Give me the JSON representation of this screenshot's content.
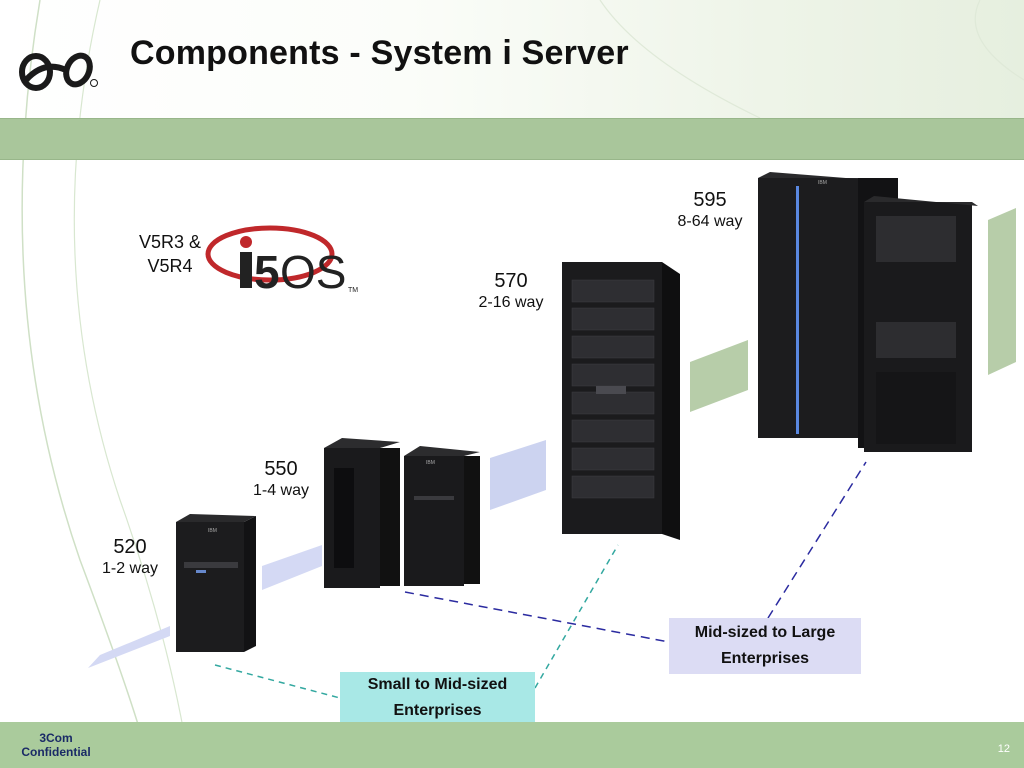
{
  "slide": {
    "title": "Components - System i Server",
    "footer": {
      "confidential": "3Com\nConfidential",
      "page_number": "12"
    },
    "os": {
      "versions": "V5R3 &\nV5R4",
      "logo_text": "i5OS"
    },
    "servers": [
      {
        "model": "520",
        "ways": "1-2 way"
      },
      {
        "model": "550",
        "ways": "1-4 way"
      },
      {
        "model": "570",
        "ways": "2-16 way"
      },
      {
        "model": "595",
        "ways": "8-64 way"
      }
    ],
    "segments": {
      "mid_large": "Mid-sized to Large\nEnterprises",
      "small_mid": "Small to Mid-sized\nEnterprises"
    },
    "brand_text": "IBM",
    "colors": {
      "band": "#a9c69b",
      "footer": "#aacb9c",
      "mid_large_box": "#dcdcf4",
      "small_mid_box": "#a8e8e6"
    }
  }
}
